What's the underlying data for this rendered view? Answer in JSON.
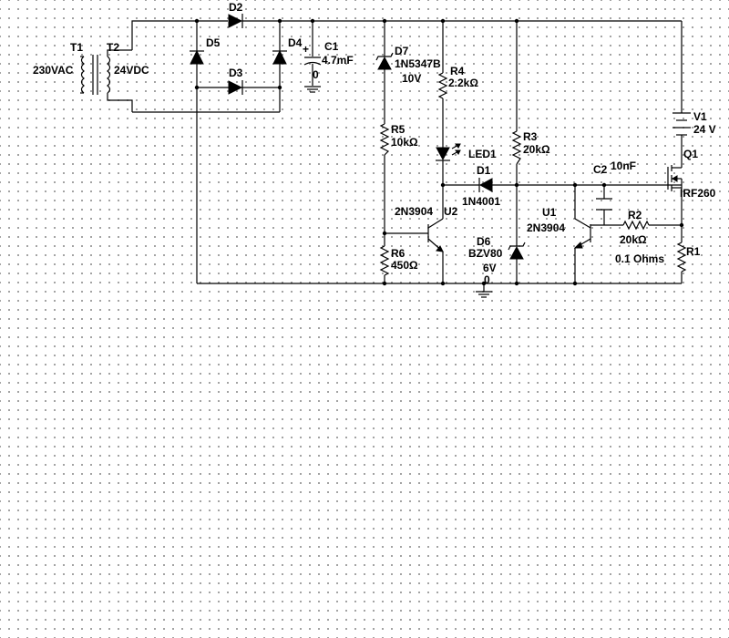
{
  "schematic": {
    "transformer": {
      "primary_ref": "T1",
      "secondary_ref": "T2",
      "primary_voltage": "230VAC",
      "secondary_voltage": "24VDC"
    },
    "bridge": {
      "d2": "D2",
      "d3": "D3",
      "d4": "D4",
      "d5": "D5"
    },
    "c1": {
      "ref": "C1",
      "value": "4.7mF",
      "ground_node": "0",
      "polarity": "+"
    },
    "d7": {
      "ref": "D7",
      "part": "1N5347B",
      "value": "10V"
    },
    "r4": {
      "ref": "R4",
      "value": "2.2kΩ"
    },
    "r5": {
      "ref": "R5",
      "value": "10kΩ"
    },
    "r6": {
      "ref": "R6",
      "value": "450Ω"
    },
    "led1": {
      "ref": "LED1"
    },
    "d1": {
      "ref": "D1",
      "part": "1N4001"
    },
    "u2": {
      "ref": "U2",
      "part": "2N3904"
    },
    "r3": {
      "ref": "R3",
      "value": "20kΩ"
    },
    "d6": {
      "ref": "D6",
      "part": "BZV80",
      "value": "6V"
    },
    "ground_node": "0",
    "u1": {
      "ref": "U1",
      "part": "2N3904"
    },
    "c2": {
      "ref": "C2",
      "value": "10nF"
    },
    "r2": {
      "ref": "R2",
      "value": "20kΩ"
    },
    "r1": {
      "ref": "R1",
      "value": "0.1 Ohms"
    },
    "v1": {
      "ref": "V1",
      "value": "24 V"
    },
    "q1": {
      "ref": "Q1",
      "part": "IRF260"
    }
  }
}
